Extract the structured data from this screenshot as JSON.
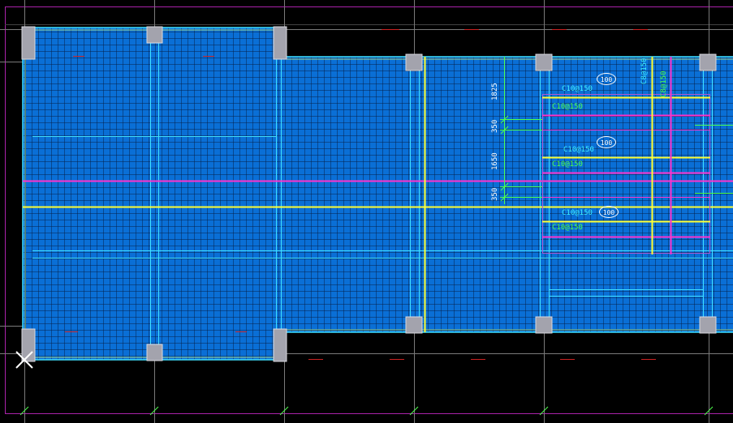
{
  "drawing": {
    "colors": {
      "background": "#000000",
      "slab_fill": "#0a6fd6",
      "mesh_lines": "#06204a",
      "column": "#a3a3ad",
      "beam_edge": "#40e0ff",
      "rebar_main": "#ffff33",
      "rebar_secondary": "#ff33cc",
      "grid_axis": "#7a7a7a",
      "border": "#aa22aa"
    },
    "labels": {
      "c10_1": "C10@150",
      "c10_2": "C10@150",
      "c10_3": "C10@150",
      "c10_4": "C10@150",
      "c10_5": "C10@150",
      "c10_6": "C10@150",
      "c8_v1": "C8@150",
      "c8_v2": "C8@150"
    },
    "dimensions": {
      "d1": "1825",
      "d2": "350",
      "d3": "1650",
      "d4": "350"
    },
    "tags": {
      "t1": "100",
      "t2": "100",
      "t3": "100"
    },
    "icons": {
      "ucs": "cross-x-icon"
    }
  }
}
